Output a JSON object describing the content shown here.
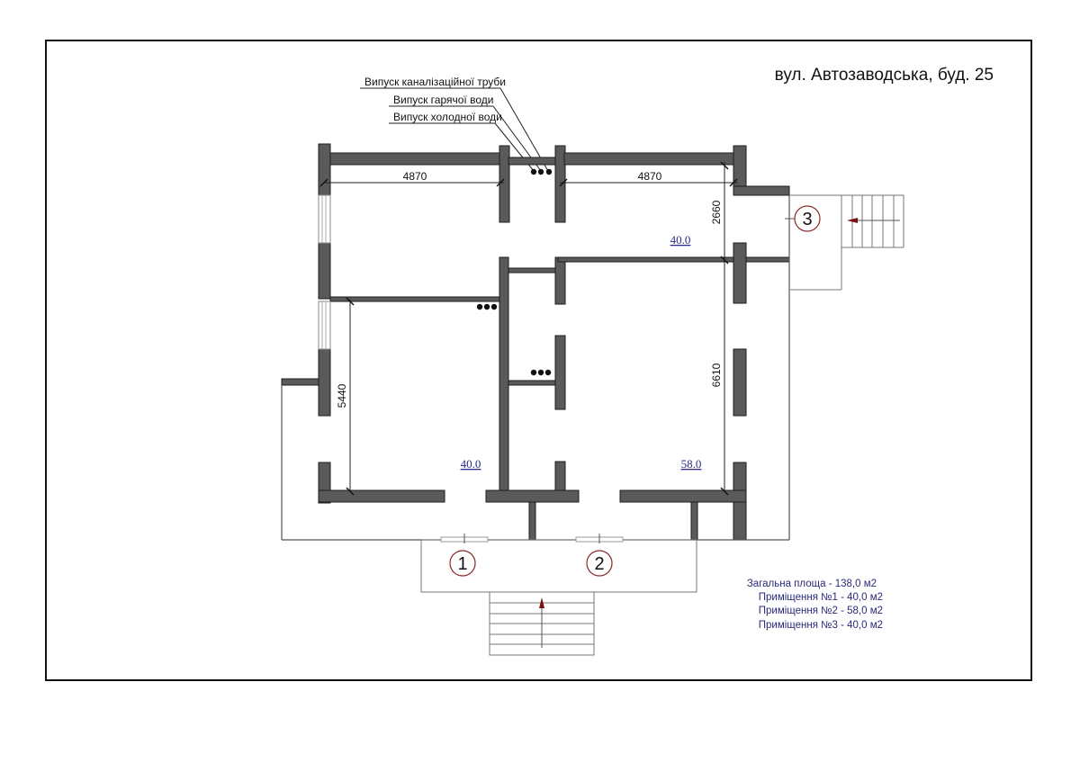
{
  "drawing": {
    "address": "вул. Автозаводська, буд. 25",
    "frame_color": "#111111",
    "wall_color": "#5a5a5a",
    "area_text_color": "#2b2b8a",
    "marker_color": "#8a2a2a"
  },
  "utility_labels": [
    {
      "label": "Випуск каналізаційної труби"
    },
    {
      "label": "Випуск гарячої води"
    },
    {
      "label": "Випуск холодної води"
    }
  ],
  "dimensions": {
    "top_left_width": "4870",
    "top_right_width": "4870",
    "right_corridor_depth": "2660",
    "left_room_depth": "5440",
    "right_room_depth": "6610"
  },
  "room_areas": {
    "room_top": "40.0",
    "room_left": "40.0",
    "room_right": "58.0"
  },
  "entrances": [
    {
      "number": "1"
    },
    {
      "number": "2"
    },
    {
      "number": "3"
    }
  ],
  "summary": {
    "total": "Загальна площа - 138,0 м2",
    "rooms": [
      "Приміщення №1 - 40,0 м2",
      "Приміщення №2 - 58,0 м2",
      "Приміщення №3 - 40,0 м2"
    ]
  },
  "icons": {
    "utility_dots": "three-dot-outlet-icon",
    "stair_arrow": "up-arrow-icon"
  }
}
